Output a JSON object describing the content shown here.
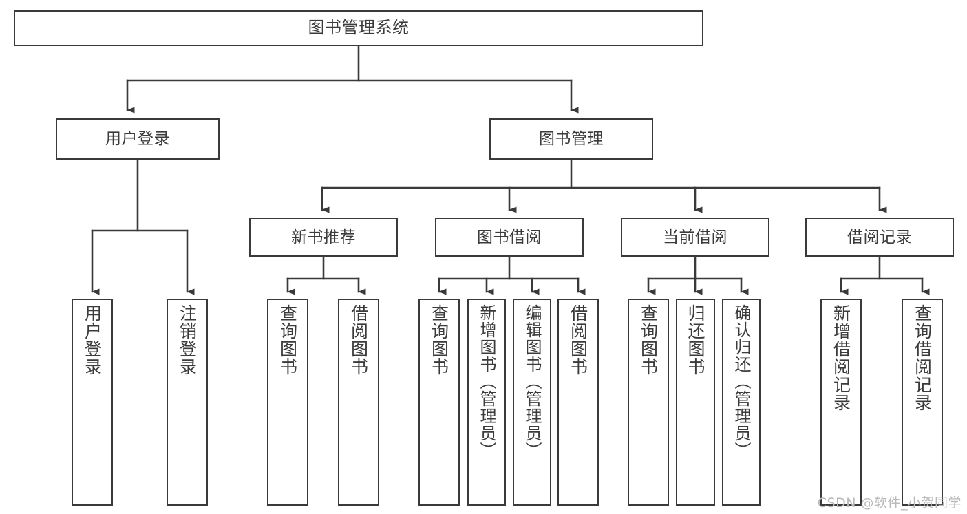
{
  "diagram": {
    "title": "图书管理系统",
    "watermark": "CSDN @软件_小贺同学",
    "colors": {
      "background": "#ffffff",
      "border": "#3a3a3a",
      "text": "#3b3b3b",
      "connector": "#3a3a3a",
      "watermark": "#b9b9b9"
    },
    "root": {
      "label": "图书管理系统"
    },
    "level2": [
      {
        "label": "用户登录"
      },
      {
        "label": "图书管理"
      }
    ],
    "level3": [
      {
        "label": "新书推荐"
      },
      {
        "label": "图书借阅"
      },
      {
        "label": "当前借阅"
      },
      {
        "label": "借阅记录"
      }
    ],
    "leaves": {
      "user_login": [
        {
          "label": "用户登录"
        },
        {
          "label": "注销登录"
        }
      ],
      "new_book_recommend": [
        {
          "label": "查询图书"
        },
        {
          "label": "借阅图书"
        }
      ],
      "book_borrow": [
        {
          "label": "查询图书"
        },
        {
          "label": "新增图书（管理员）"
        },
        {
          "label": "编辑图书（管理员）"
        },
        {
          "label": "借阅图书"
        }
      ],
      "current_borrow": [
        {
          "label": "查询图书"
        },
        {
          "label": "归还图书"
        },
        {
          "label": "确认归还（管理员）"
        }
      ],
      "borrow_record": [
        {
          "label": "新增借阅记录"
        },
        {
          "label": "查询借阅记录"
        }
      ]
    }
  }
}
